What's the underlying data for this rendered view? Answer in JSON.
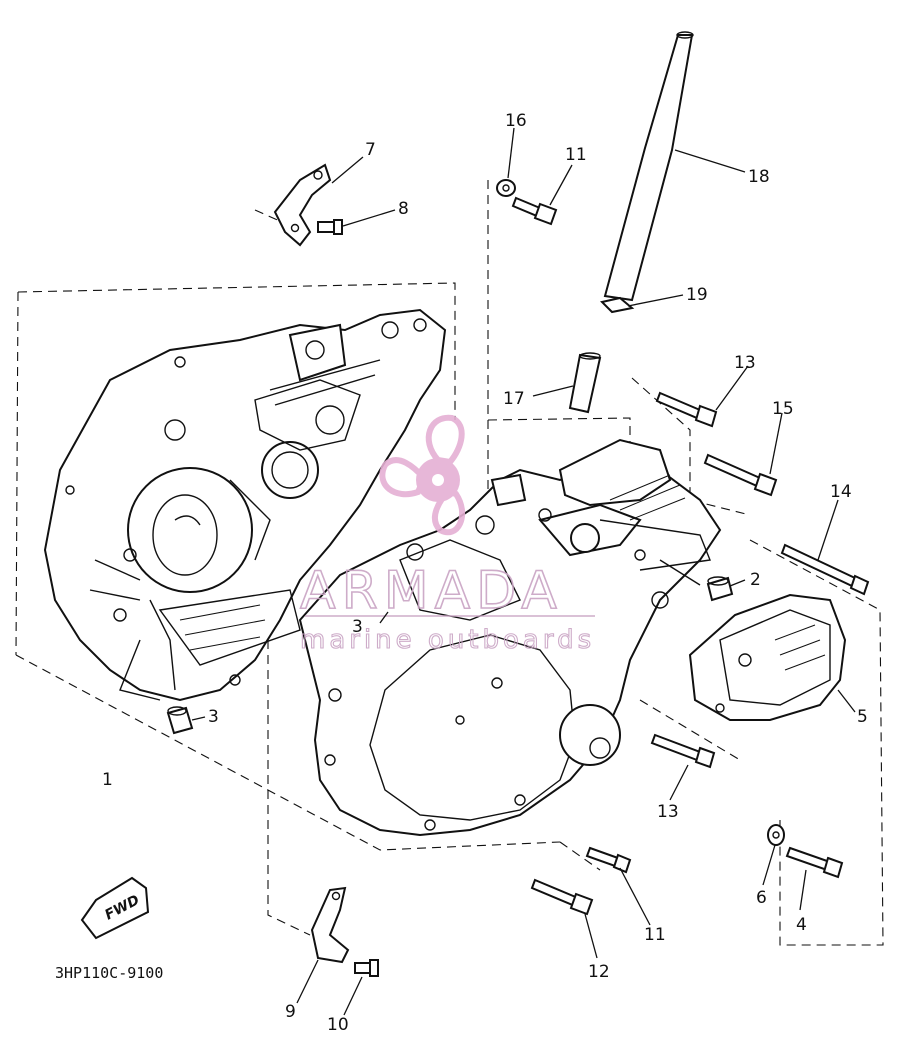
{
  "diagram_code": "3HP110C-9100",
  "direction_label": "FWD",
  "watermark": {
    "title": "ARMADA",
    "subtitle": "marine outboards",
    "color": "#e5b0d4"
  },
  "callouts": {
    "c1": "1",
    "c2": "2",
    "c3a": "3",
    "c3b": "3",
    "c4": "4",
    "c5": "5",
    "c6": "6",
    "c7": "7",
    "c8": "8",
    "c9": "9",
    "c10": "10",
    "c11a": "11",
    "c11b": "11",
    "c12": "12",
    "c13a": "13",
    "c13b": "13",
    "c14": "14",
    "c15": "15",
    "c16": "16",
    "c17": "17",
    "c18": "18",
    "c19": "19"
  }
}
